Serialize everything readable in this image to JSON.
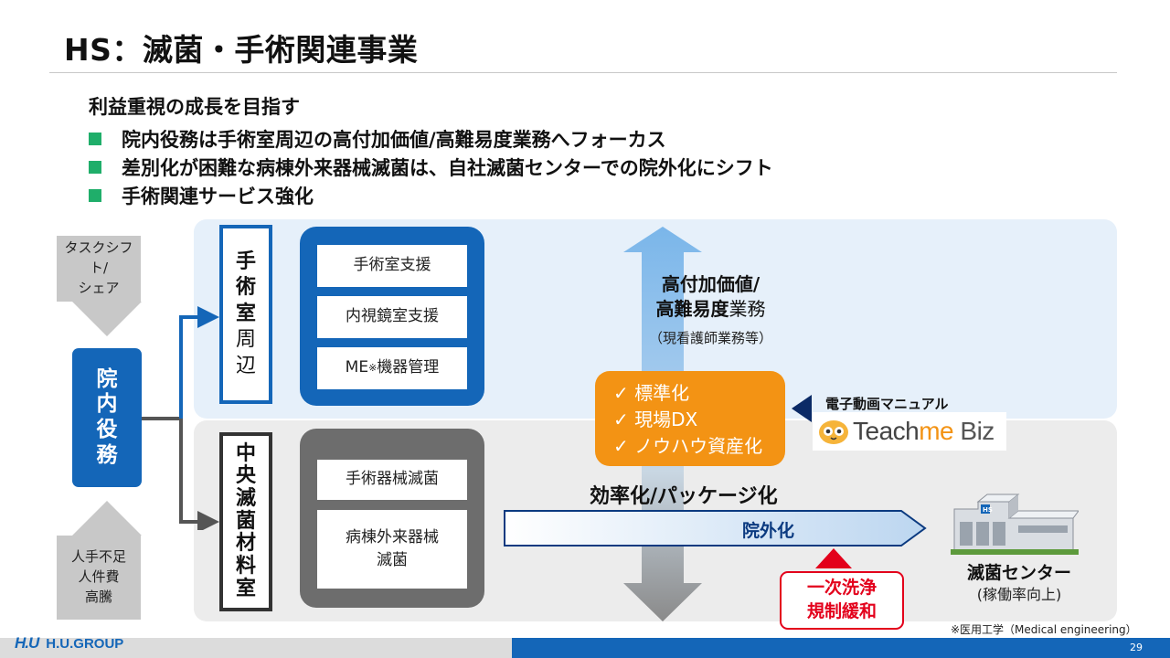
{
  "title": "HS：滅菌・手術関連事業",
  "lead": "利益重視の成長を目指す",
  "bullets": [
    "院内役務は手術室周辺の高付加価値/高難易度業務へフォーカス",
    "差別化が困難な病棟外来器械滅菌は、自社滅菌センターでの院外化にシフト",
    "手術関連サービス強化"
  ],
  "left": {
    "top_box": [
      "タスクシフト/",
      "シェア"
    ],
    "center": [
      "院",
      "内",
      "役",
      "務"
    ],
    "bottom_box": [
      "人手不足",
      "人件費",
      "高騰"
    ]
  },
  "surgery": {
    "label": [
      "手",
      "術",
      "室",
      "周",
      "辺"
    ],
    "items": [
      "手術室支援",
      "内視鏡室支援"
    ],
    "me_prefix": "ME",
    "me_mark": "※",
    "me_suffix": "機器管理"
  },
  "central": {
    "label": [
      "中",
      "央",
      "滅",
      "菌",
      "材",
      "料",
      "室"
    ],
    "items": [
      "手術器械滅菌"
    ],
    "ward_lines": [
      "病棟外来器械",
      "滅菌"
    ]
  },
  "high_value": {
    "line1": "高付加価値/",
    "line2_bold": "高難易度",
    "line2_rest": "業務",
    "sub": "（現看護師業務等）"
  },
  "orange_items": [
    "標準化",
    "現場DX",
    "ノウハウ資産化"
  ],
  "check_mark": "✓",
  "manual": {
    "label": "電子動画マニュアル",
    "brand_pre": "Teach",
    "brand_mid": "me",
    "brand_post": " Biz"
  },
  "efficiency_label": "効率化/パッケージ化",
  "outsourcing_label": "院外化",
  "deregulation": [
    "一次洗浄",
    "規制緩和"
  ],
  "sterile_center": {
    "label": "滅菌センター",
    "sub": "(稼働率向上)",
    "sign": "HS"
  },
  "footnote": "※医用工学（Medical engineering）",
  "footer": {
    "logo_mark": "H.U",
    "logo_text": "H.U.GROUP",
    "page": "29"
  },
  "colors": {
    "brand_blue": "#1466b8",
    "bullet_green": "#1fae6a",
    "orange": "#f39314",
    "red": "#e3001b",
    "arrow_up": "#7ab6ea",
    "arrow_down": "#8a8a8a"
  }
}
